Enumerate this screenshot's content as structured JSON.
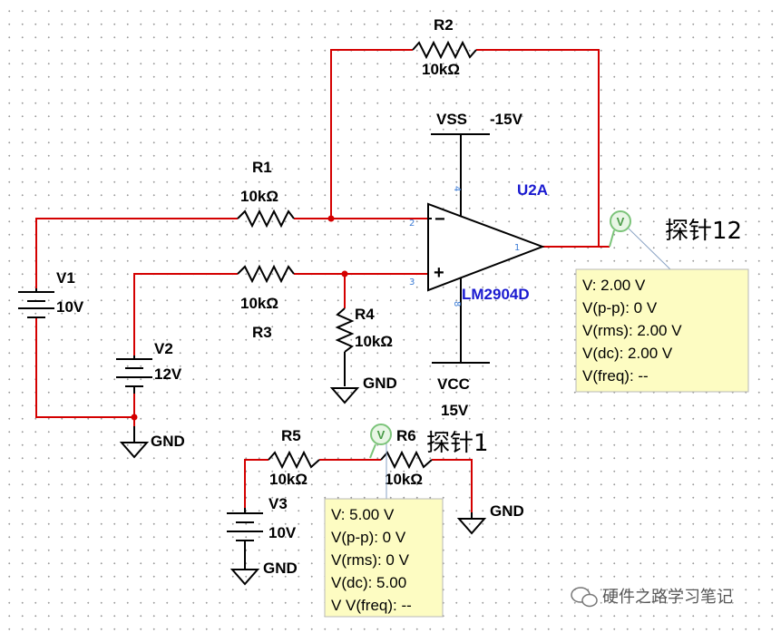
{
  "components": {
    "R1": {
      "name": "R1",
      "value": "10kΩ"
    },
    "R2": {
      "name": "R2",
      "value": "10kΩ"
    },
    "R3": {
      "name": "R3",
      "value": "10kΩ"
    },
    "R4": {
      "name": "R4",
      "value": "10kΩ"
    },
    "R5": {
      "name": "R5",
      "value": "10kΩ"
    },
    "R6": {
      "name": "R6",
      "value": "10kΩ"
    },
    "V1": {
      "name": "V1",
      "value": "10V"
    },
    "V2": {
      "name": "V2",
      "value": "12V"
    },
    "V3": {
      "name": "V3",
      "value": "10V"
    },
    "VSS": {
      "name": "VSS",
      "value": "-15V"
    },
    "VCC": {
      "name": "VCC",
      "value": "15V"
    },
    "opamp": {
      "ref": "U2A",
      "part": "LM2904D",
      "minus": "−",
      "plus": "+"
    }
  },
  "pins": {
    "p1": "1",
    "p2": "2",
    "p3": "3",
    "p4": "4",
    "p8": "8"
  },
  "gnd_label": "GND",
  "probe_symbol": "V",
  "probes": {
    "probe12": {
      "name": "探针12",
      "readings": [
        "V: 2.00 V",
        "V(p-p): 0 V",
        "V(rms): 2.00 V",
        "V(dc): 2.00 V",
        "V(freq): --"
      ]
    },
    "probe1": {
      "name": "探针1",
      "readings": [
        "V: 5.00 V",
        "V(p-p): 0 V",
        "V(rms): 0 V",
        "V(dc): 5.00",
        "V V(freq): --"
      ]
    }
  },
  "watermark": "硬件之路学习笔记",
  "colors": {
    "wire": "#d40000",
    "opamp_label": "#1a1ad0",
    "probe_box": "#fdfcc2",
    "probe_circle": "#7cc47a"
  }
}
